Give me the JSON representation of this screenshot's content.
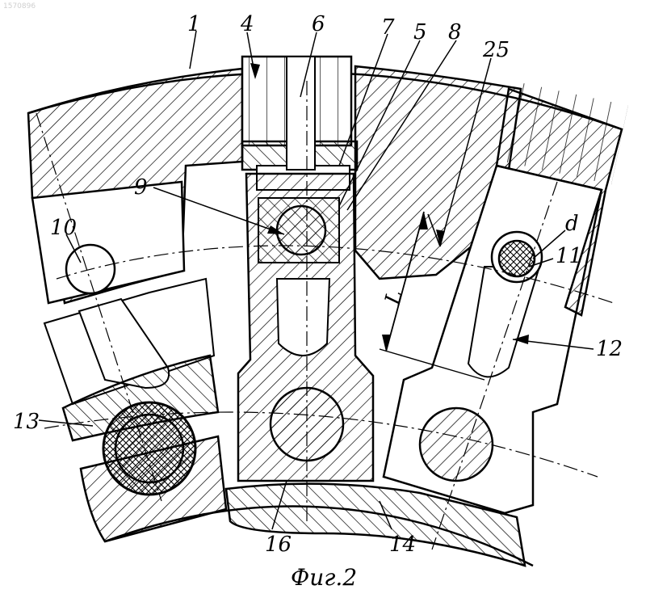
{
  "doc_number": "1570896",
  "caption": "Фиг.2",
  "labels": {
    "l1": "1",
    "l4": "4",
    "l6": "6",
    "l7": "7",
    "l5": "5",
    "l8": "8",
    "l25": "25",
    "l9": "9",
    "l10": "10",
    "ld": "d",
    "l11": "11",
    "l12": "12",
    "l13": "13",
    "l16": "16",
    "l14": "14",
    "lL": "L"
  }
}
